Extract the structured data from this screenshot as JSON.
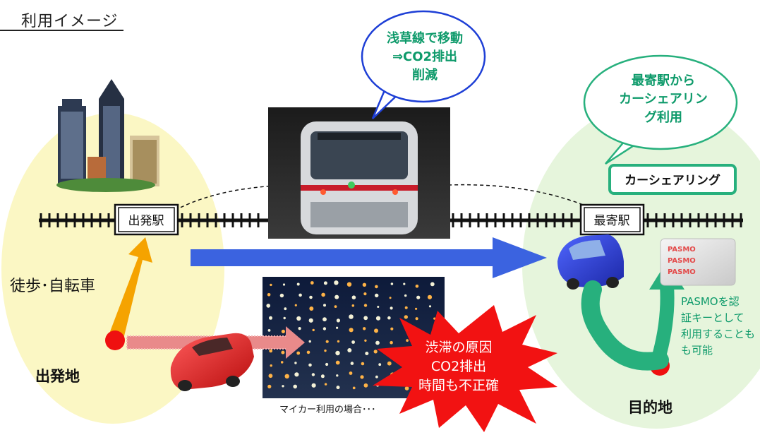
{
  "title": "利用イメージ",
  "stations": {
    "departure": "出発駅",
    "nearest": "最寄駅"
  },
  "bubbles": {
    "train": [
      "浅草線で移動",
      "⇒CO2排出",
      "削減"
    ],
    "carshare": [
      "最寄駅から",
      "カーシェアリン",
      "グ利用"
    ]
  },
  "carshare_sign": "カーシェアリング",
  "walk_label": "徒歩･自転車",
  "origin_label": "出発地",
  "destination_label": "目的地",
  "mycar_label": "マイカー利用の場合･･･",
  "burst": [
    "渋滞の原因",
    "CO2排出",
    "時間も不正確"
  ],
  "pasmo_note": [
    "PASMOを認",
    "証キーとして",
    "利用することも",
    "も可能"
  ],
  "pasmo_card": [
    "PASMO",
    "PASMO",
    "PASMO"
  ],
  "colors": {
    "origin_zone": "#fbf7c4",
    "destination_zone": "#e6f5dc",
    "bubble_text": "#0d9a6a",
    "blue_arrow": "#3b63e0",
    "orange_arrow": "#f5a300",
    "green_arrow": "#27b07d",
    "burst": "#f21212",
    "dot": "#ef1010"
  }
}
